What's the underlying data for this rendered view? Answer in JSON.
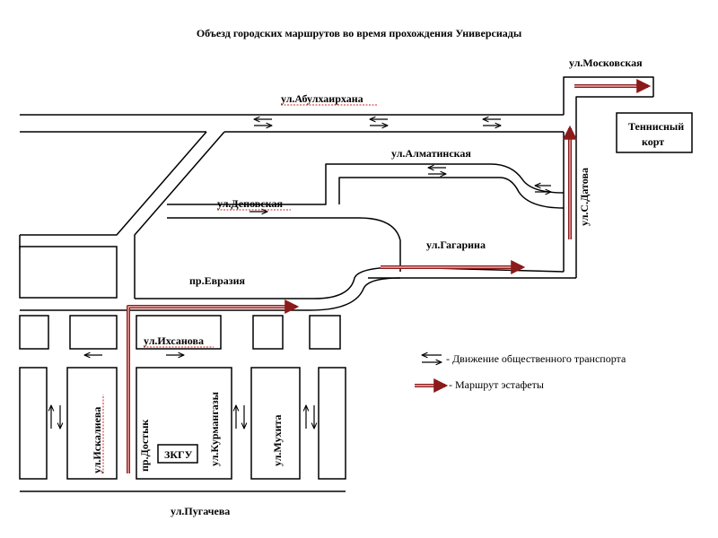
{
  "title": "Объезд городских маршрутов во время прохождения Универсиады",
  "streets": {
    "moskovskaya": "ул.Московская",
    "abulkhairkhana": "ул.Абулхаирхана",
    "almatinskaya": "ул.Алматинская",
    "s_datova": "ул.С.Датова",
    "deповская": "ул.Деповская",
    "gagarina": "ул.Гагарина",
    "evraziya": "пр.Евразия",
    "ikhsanova": "ул.Ихсанова",
    "iskalieva": "ул.Искалиева",
    "dostyk": "пр.Достык",
    "kurmangazy": "ул.Курмангазы",
    "mukhita": "ул.Мухита",
    "pugacheva": "ул.Пугачева"
  },
  "places": {
    "tennis_court_line1": "Теннисный",
    "tennis_court_line2": "корт",
    "zkgu": "ЗКГУ"
  },
  "legend": {
    "transport": "- Движение общественного транспорта",
    "relay": "- Маршрут эстафеты"
  },
  "colors": {
    "relay_route": "#8b1a1a",
    "relay_route_inner": "#f0b0b0"
  }
}
